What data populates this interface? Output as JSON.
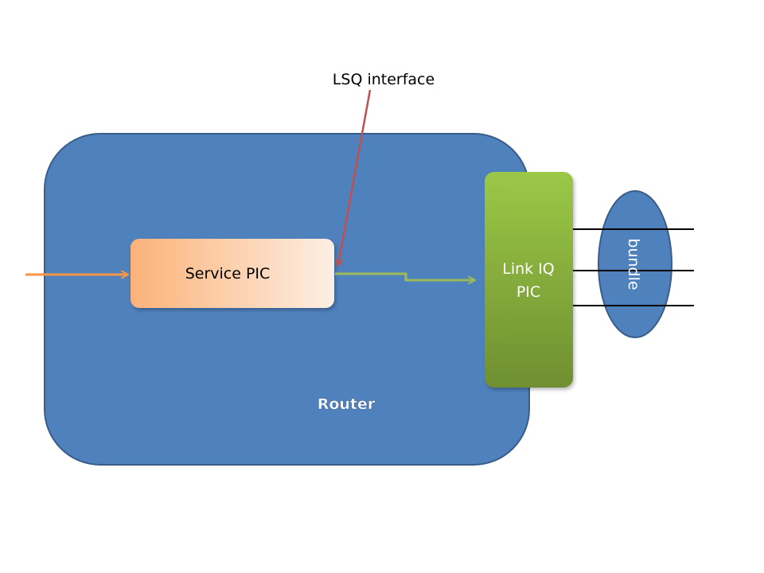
{
  "diagram": {
    "callout_label": "LSQ interface",
    "service_pic_label": "Service PIC",
    "link_pic_line1": "Link IQ",
    "link_pic_line2": "PIC",
    "router_label": "Router",
    "bundle_label": "bundle"
  },
  "colors": {
    "router_fill": "#4f81bd",
    "router_stroke": "#385d8a",
    "service_pic_gradient_start": "#fbb279",
    "service_pic_gradient_end": "#fdefe3",
    "link_pic_gradient_start": "#9bc847",
    "link_pic_gradient_end": "#6f8f30",
    "input_arrow": "#f79646",
    "output_arrow": "#9bbb59",
    "callout_arrow": "#c0504d",
    "bundle_lines": "#000000",
    "label_text": "#000000",
    "label_on_blue": "#ffffff"
  }
}
